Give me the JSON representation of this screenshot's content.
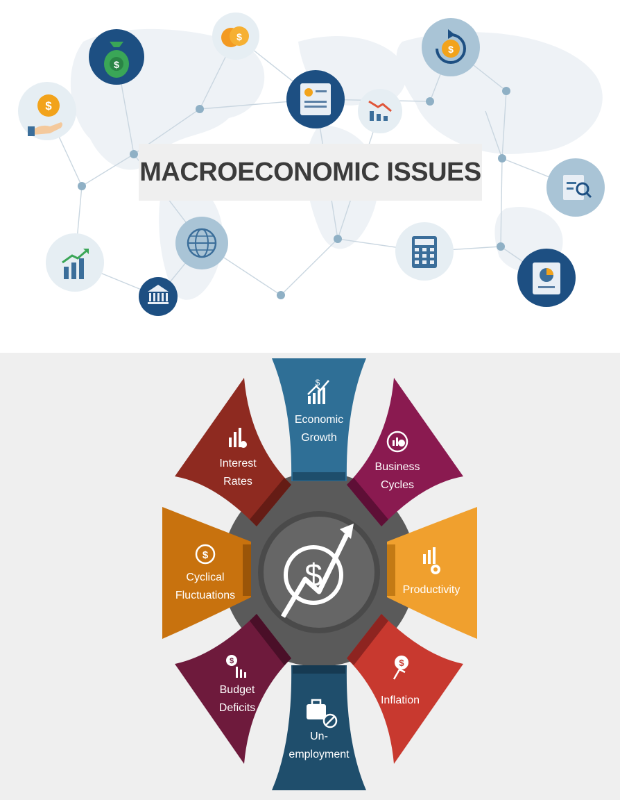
{
  "banner": {
    "title": "MACROECONOMIC ISSUES",
    "icons": [
      "hand-coin-icon",
      "money-bag-icon",
      "coin-stack-icon",
      "document-icon",
      "bar-chart-down-icon",
      "refresh-coin-icon",
      "search-report-icon",
      "calculator-icon",
      "pie-report-icon",
      "growth-chart-icon",
      "globe-icon",
      "bank-icon"
    ]
  },
  "wheel": {
    "center_icon": "dollar-growth-icon",
    "segments": [
      {
        "id": "economic-growth",
        "line1": "Economic",
        "line2": "Growth",
        "color": "#2f6f96",
        "icon": "growth-dollar-icon"
      },
      {
        "id": "business-cycles",
        "line1": "Business",
        "line2": "Cycles",
        "color": "#8a1a50",
        "icon": "cycle-dollar-icon"
      },
      {
        "id": "productivity",
        "line1": "Productivity",
        "line2": "",
        "color": "#f0a02e",
        "icon": "chart-gear-icon"
      },
      {
        "id": "inflation",
        "line1": "Inflation",
        "line2": "",
        "color": "#c8392f",
        "icon": "rising-dollar-icon"
      },
      {
        "id": "unemployment",
        "line1": "Un-",
        "line2": "employment",
        "color": "#1f4e6c",
        "icon": "briefcase-no-icon"
      },
      {
        "id": "budget-deficits",
        "line1": "Budget",
        "line2": "Deficits",
        "color": "#6e1a3c",
        "icon": "money-down-icon"
      },
      {
        "id": "cyclical-fluctuations",
        "line1": "Cyclical",
        "line2": "Fluctuations",
        "color": "#c8720e",
        "icon": "cycle-coin-icon"
      },
      {
        "id": "interest-rates",
        "line1": "Interest",
        "line2": "Rates",
        "color": "#8e2a20",
        "icon": "chart-percent-icon"
      }
    ]
  }
}
